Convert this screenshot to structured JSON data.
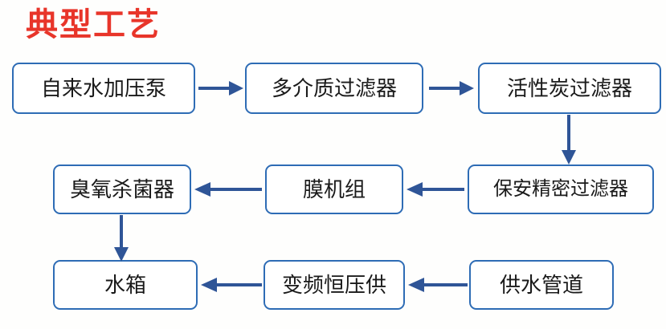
{
  "title": "典型工艺",
  "colors": {
    "title": "#e8352a",
    "box_border": "#2e6cb5",
    "box_fill": "#ffffff",
    "arrow": "#2f5597",
    "background": "#fefefd",
    "text": "#1a1a1a"
  },
  "nodes": [
    {
      "id": "n1",
      "label": "自来水加压泵",
      "row": 1,
      "col": 1
    },
    {
      "id": "n2",
      "label": "多介质过滤器",
      "row": 1,
      "col": 2
    },
    {
      "id": "n3",
      "label": "活性炭过滤器",
      "row": 1,
      "col": 3
    },
    {
      "id": "n4",
      "label": "保安精密过滤器",
      "row": 2,
      "col": 3
    },
    {
      "id": "n5",
      "label": "膜机组",
      "row": 2,
      "col": 2
    },
    {
      "id": "n6",
      "label": "臭氧杀菌器",
      "row": 2,
      "col": 1
    },
    {
      "id": "n7",
      "label": "水箱",
      "row": 3,
      "col": 1
    },
    {
      "id": "n8",
      "label": "变频恒压供",
      "row": 3,
      "col": 2
    },
    {
      "id": "n9",
      "label": "供水管道",
      "row": 3,
      "col": 3
    }
  ],
  "edges": [
    {
      "id": "e1",
      "from": "n1",
      "to": "n2",
      "direction": "right"
    },
    {
      "id": "e2",
      "from": "n2",
      "to": "n3",
      "direction": "right"
    },
    {
      "id": "e3",
      "from": "n3",
      "to": "n4",
      "direction": "down"
    },
    {
      "id": "e4",
      "from": "n4",
      "to": "n5",
      "direction": "left"
    },
    {
      "id": "e5",
      "from": "n5",
      "to": "n6",
      "direction": "left"
    },
    {
      "id": "e6",
      "from": "n6",
      "to": "n7",
      "direction": "down"
    },
    {
      "id": "e7",
      "from": "n8",
      "to": "n7",
      "direction": "left"
    },
    {
      "id": "e8",
      "from": "n9",
      "to": "n8",
      "direction": "left"
    }
  ]
}
